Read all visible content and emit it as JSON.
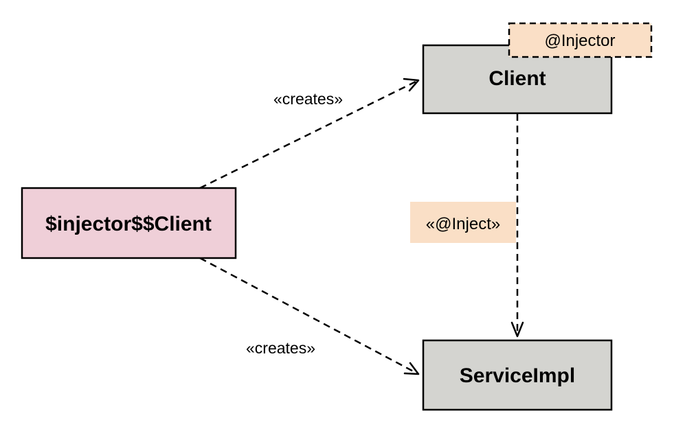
{
  "colors": {
    "client_fill": "#d4d4d0",
    "service_fill": "#d4d4d0",
    "injector_fill": "#efcfd8",
    "annotation_fill": "#fadfc6",
    "line": "#000000"
  },
  "nodes": {
    "injector": {
      "label": "$injector$$Client"
    },
    "client": {
      "label": "Client"
    },
    "service": {
      "label": "ServiceImpl"
    }
  },
  "annotations": {
    "client_tag": "@Injector",
    "inject_label": "«@Inject»"
  },
  "edges": {
    "creates_client": {
      "label": "«creates»",
      "from": "$injector$$Client",
      "to": "Client"
    },
    "creates_service": {
      "label": "«creates»",
      "from": "$injector$$Client",
      "to": "ServiceImpl"
    },
    "inject": {
      "from": "Client",
      "to": "ServiceImpl"
    }
  }
}
